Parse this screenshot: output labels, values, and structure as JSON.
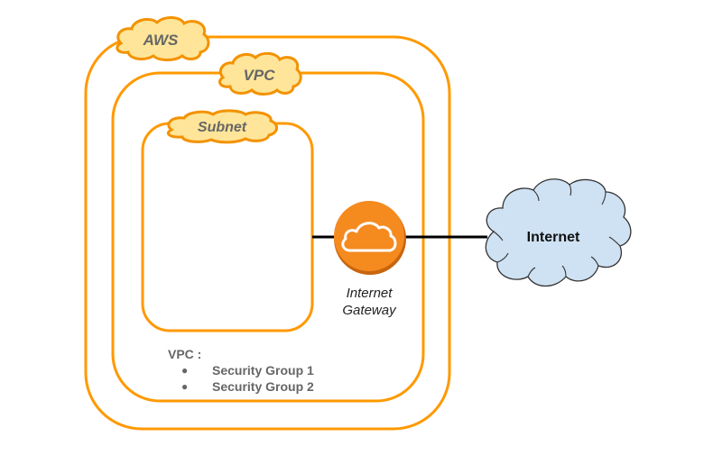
{
  "colors": {
    "container_stroke": "#FF9900",
    "label_cloud_fill": "#FFE599",
    "label_cloud_stroke": "#F39200",
    "label_text": "#666666",
    "gateway_fill": "#F58A1F",
    "gateway_shadow": "#C8650E",
    "internet_fill": "#CFE2F3",
    "internet_stroke": "#333333",
    "connector": "#000000"
  },
  "containers": {
    "aws": {
      "label": "AWS"
    },
    "vpc": {
      "label": "VPC"
    },
    "subnet": {
      "label": "Subnet"
    }
  },
  "gateway": {
    "icon": "cloud-icon",
    "label_line1": "Internet",
    "label_line2": "Gateway"
  },
  "internet": {
    "label": "Internet"
  },
  "vpc_note": {
    "heading": "VPC :",
    "items": [
      {
        "bullet": "●",
        "label": "Security Group 1"
      },
      {
        "bullet": "●",
        "label": "Security Group 2"
      }
    ]
  }
}
